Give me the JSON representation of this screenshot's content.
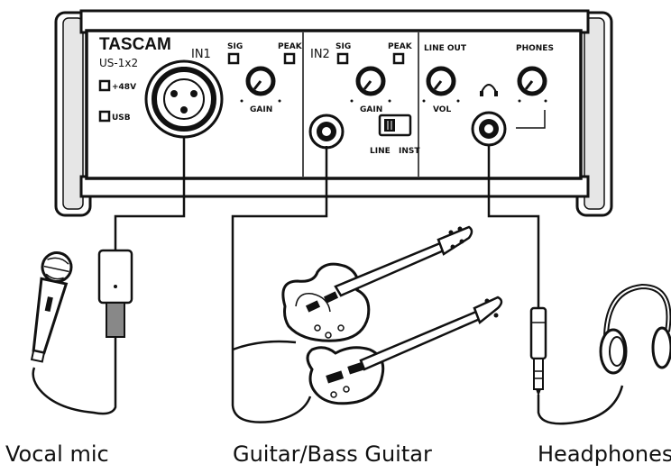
{
  "device": {
    "brand": "TASCAM",
    "model": "US-1x2",
    "phantom_label": "+48V",
    "usb_label": "USB",
    "in1_label": "IN1",
    "in2_label": "IN2",
    "sig_label": "SIG",
    "peak_label": "PEAK",
    "gain_label": "GAIN",
    "line_out_label": "LINE OUT",
    "vol_label": "VOL",
    "phones_label": "PHONES",
    "line_label": "LINE",
    "inst_label": "INST"
  },
  "captions": {
    "mic": "Vocal mic",
    "guitar": "Guitar/Bass Guitar",
    "headphones": "Headphones"
  }
}
